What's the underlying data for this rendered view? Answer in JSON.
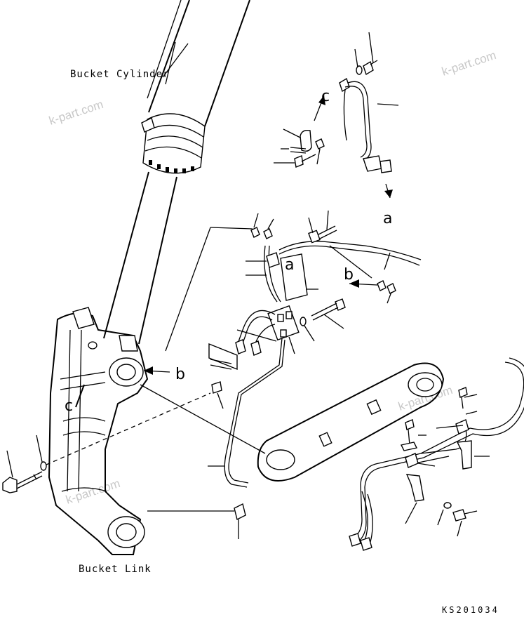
{
  "labels": {
    "bucket_cylinder": "Bucket Cylinder",
    "bucket_link": "Bucket Link",
    "drawing_code": "KS201034"
  },
  "watermarks": [
    "k-part.com",
    "k-part.com",
    "k-part.com",
    "k-part.com"
  ],
  "reference_letters": {
    "c_arrow": "c",
    "a_arrow": "a",
    "a_mid": "a",
    "b_pipe": "b",
    "b_boss": "b",
    "c_arm": "c"
  }
}
